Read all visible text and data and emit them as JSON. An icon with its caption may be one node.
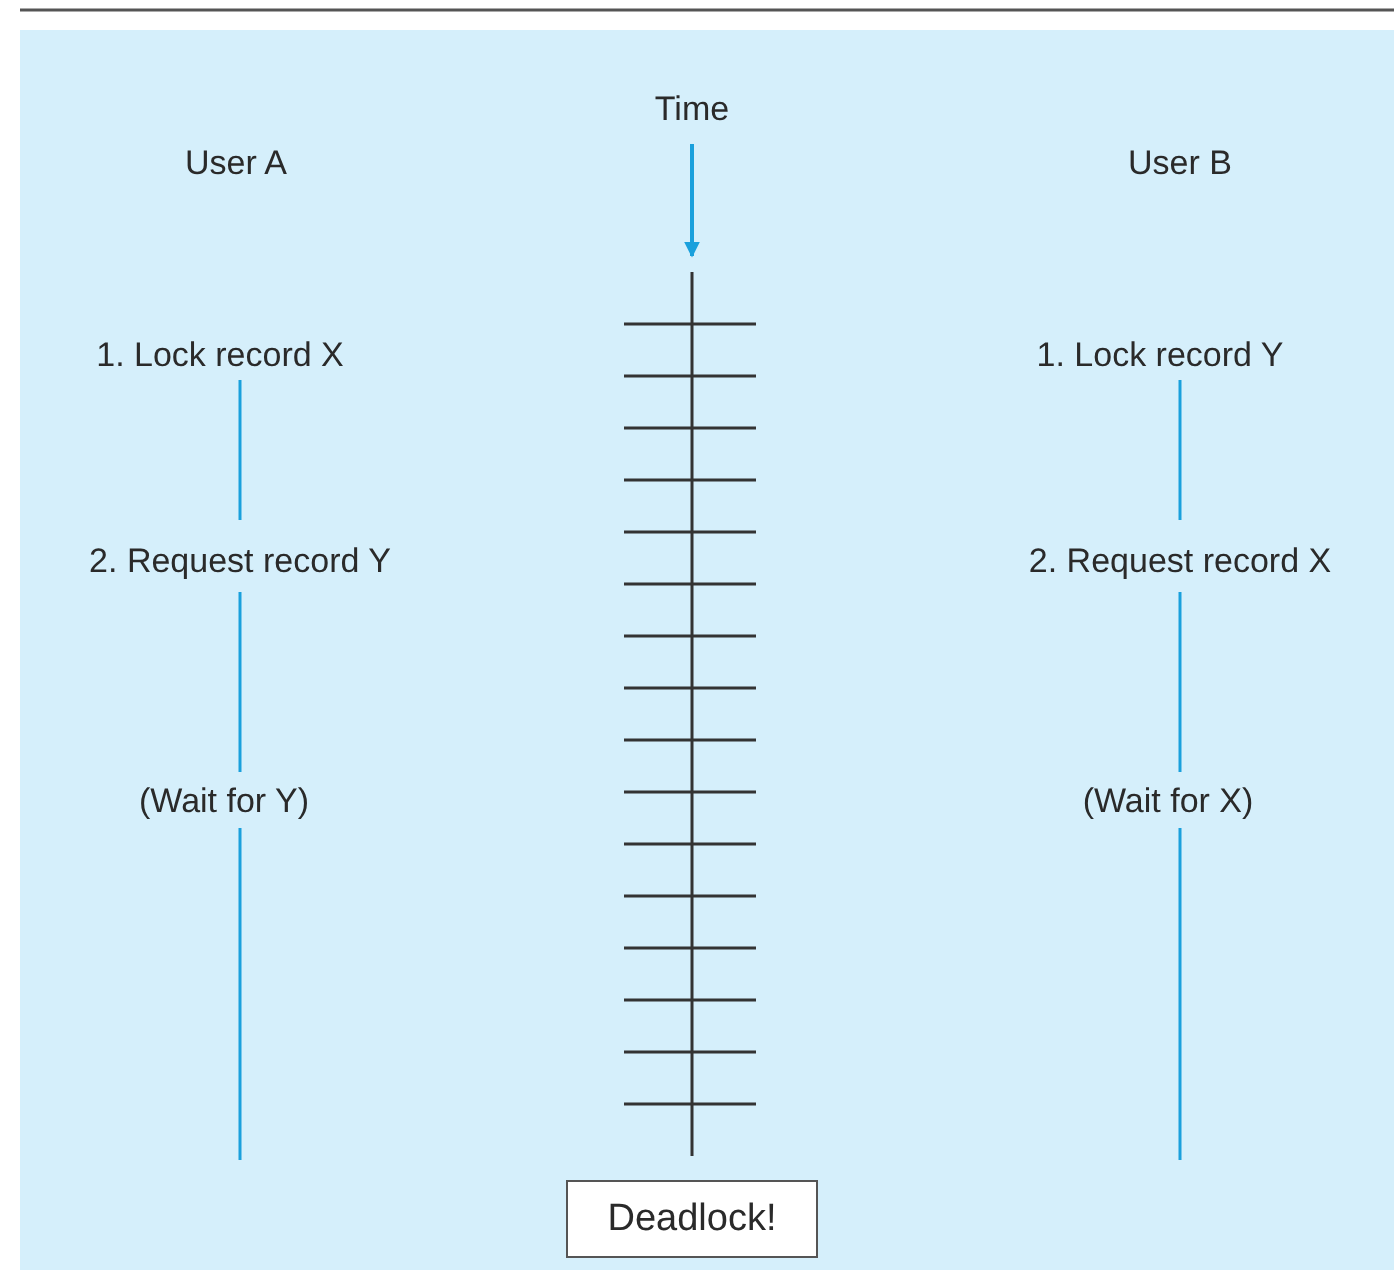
{
  "diagram": {
    "nodes": [
      {
        "text": [
          "Deadlock!"
        ]
      }
    ],
    "edges": [],
    "labels": [
      "Time",
      "User A",
      "User B",
      "1. Lock record X",
      "1. Lock record Y",
      "2. Request record Y",
      "2. Request record X",
      "(Wait for Y)",
      "(Wait for X)"
    ]
  }
}
